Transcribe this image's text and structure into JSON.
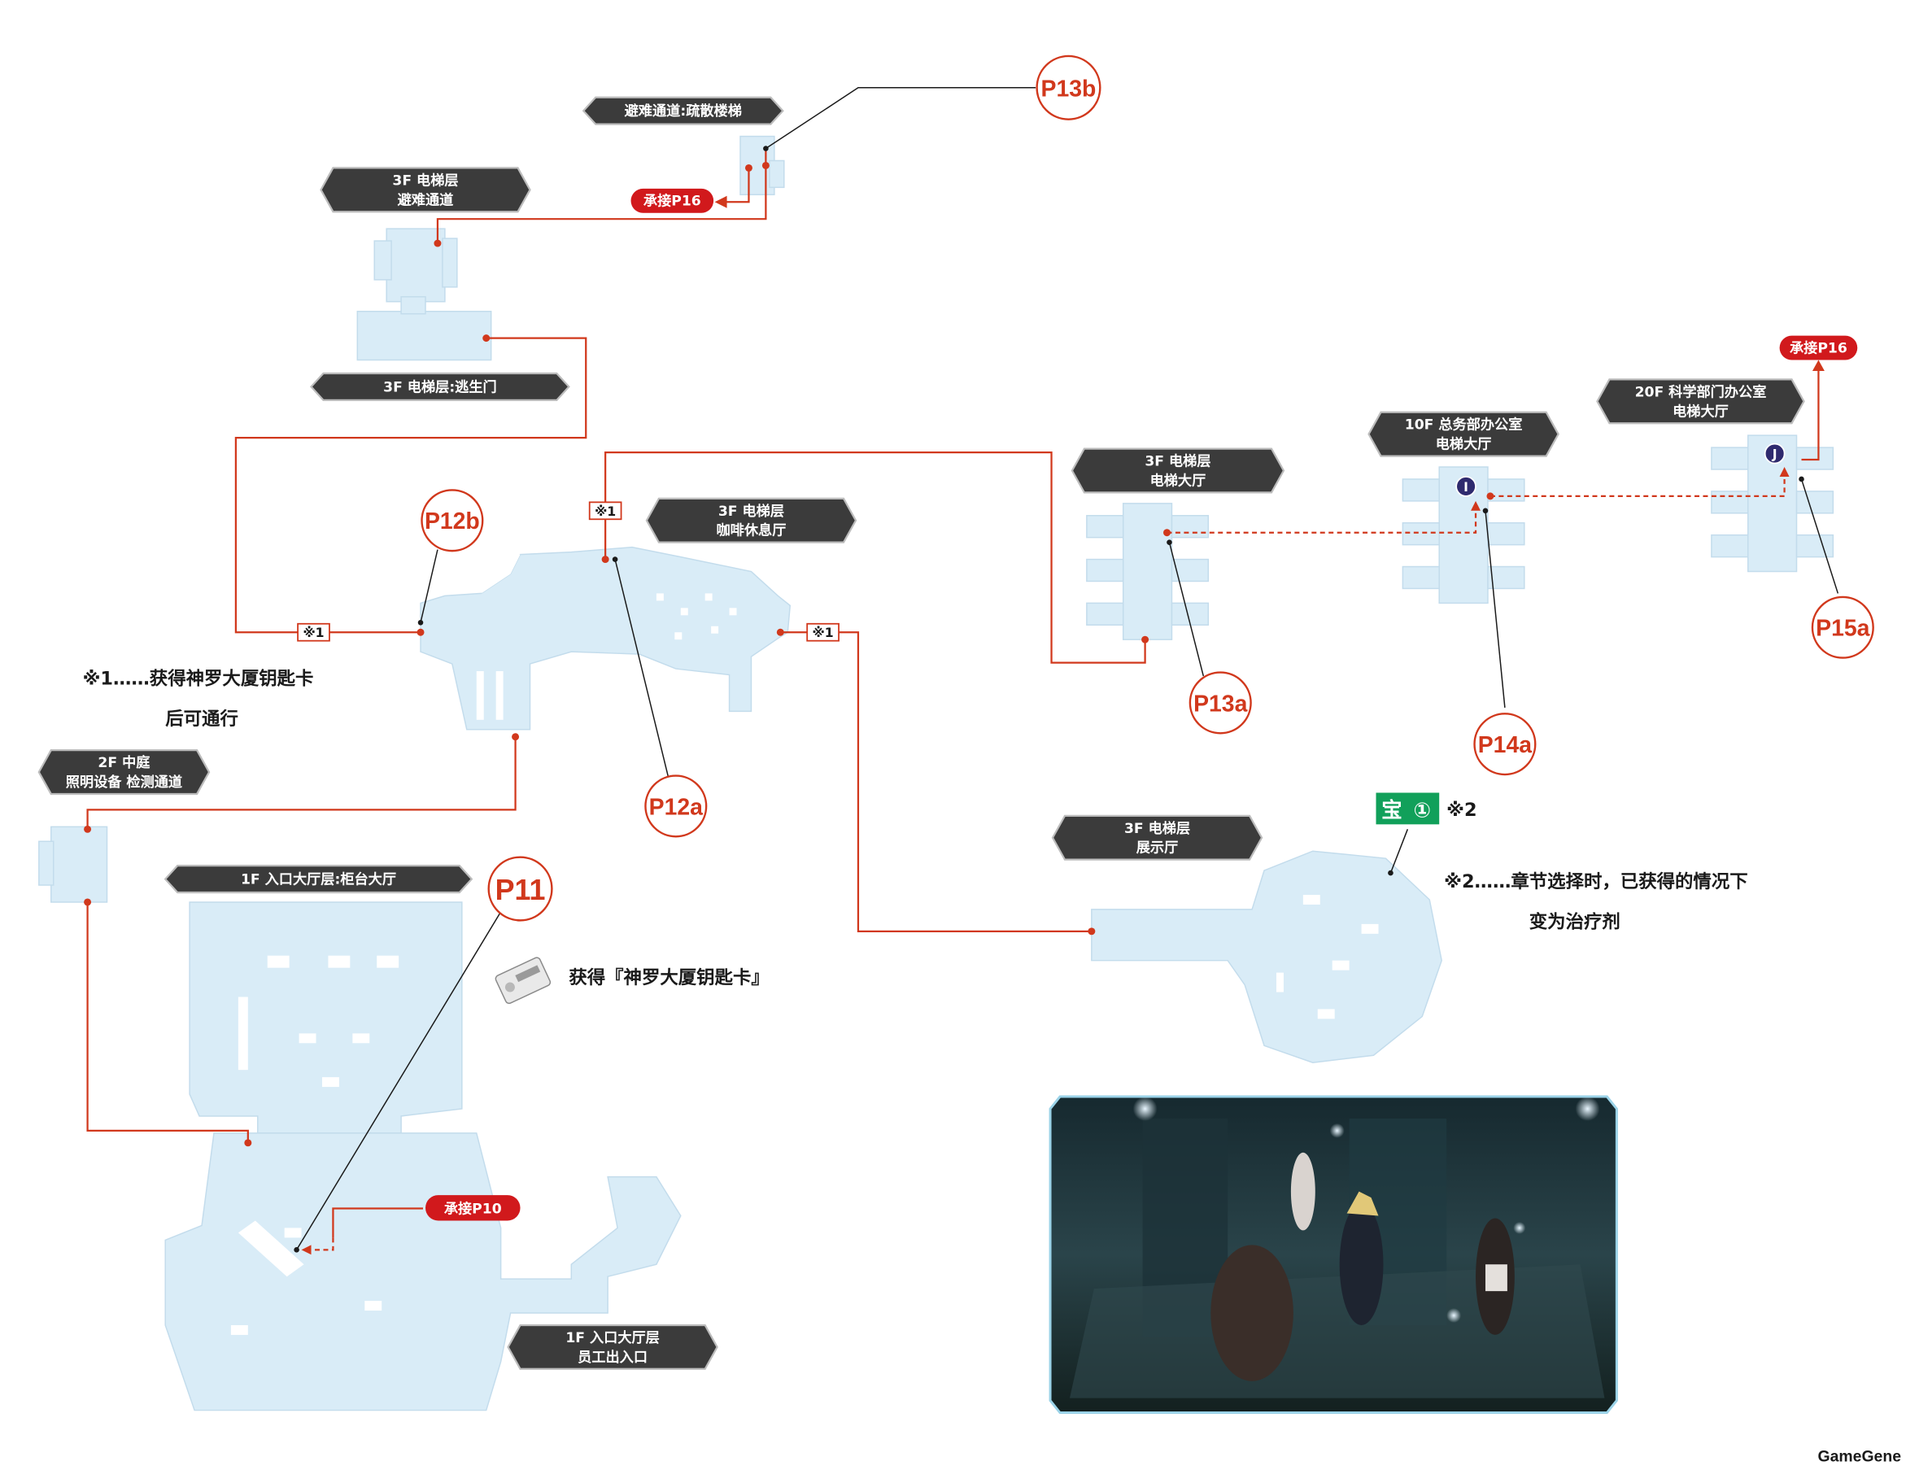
{
  "colors": {
    "room_fill": "#d9ecf7",
    "route_line": "#d1381c",
    "area_label_bg": "#3b3b3b",
    "page_marker": "#d1381c",
    "continue_label": "#d1191c",
    "waypoint": "#2f2a6e",
    "treasure": "#11a05a"
  },
  "area_labels": {
    "evac_stairs": "避难通道:疏散楼梯",
    "evac_3f_line1": "3F 电梯层",
    "evac_3f_line2": "避难通道",
    "escape_3f": "3F 电梯层:逃生门",
    "cafe_3f_line1": "3F 电梯层",
    "cafe_3f_line2": "咖啡休息厅",
    "elevhall_3f_line1": "3F 电梯层",
    "elevhall_3f_line2": "电梯大厅",
    "general_10f_line1": "10F 总务部办公室",
    "general_10f_line2": "电梯大厅",
    "science_20f_line1": "20F 科学部门办公室",
    "science_20f_line2": "电梯大厅",
    "courtyard_2f_line1": "2F 中庭",
    "courtyard_2f_line2": "照明设备 检测通道",
    "lobby_1f": "1F 入口大厅层:柜台大厅",
    "showroom_3f_line1": "3F 电梯层",
    "showroom_3f_line2": "展示厅",
    "staff_1f_line1": "1F 入口大厅层",
    "staff_1f_line2": "员工出入口"
  },
  "page_markers": {
    "p11": "P11",
    "p12a": "P12a",
    "p12b": "P12b",
    "p13a": "P13a",
    "p13b": "P13b",
    "p14a": "P14a",
    "p15a": "P15a"
  },
  "continue_labels": {
    "to_p16_top": "承接P16",
    "to_p16_right": "承接P16",
    "from_p10": "承接P10"
  },
  "door_notes": {
    "door_a": "※1",
    "door_b": "※1",
    "door_c": "※1"
  },
  "notes": {
    "note1_line1": "※1……获得神罗大厦钥匙卡",
    "note1_line2": "后可通行",
    "note2_line1": "※2……章节选择时，已获得的情况下",
    "note2_line2": "变为治疗剂",
    "keycard_item": "获得『神罗大厦钥匙卡』",
    "treasure_ref": "※2"
  },
  "waypoints": {
    "i": "I",
    "j": "J"
  },
  "treasure": {
    "label": "宝",
    "number": "①"
  },
  "icons": {
    "keycard": "keycard-icon"
  },
  "watermark": "GameGene"
}
